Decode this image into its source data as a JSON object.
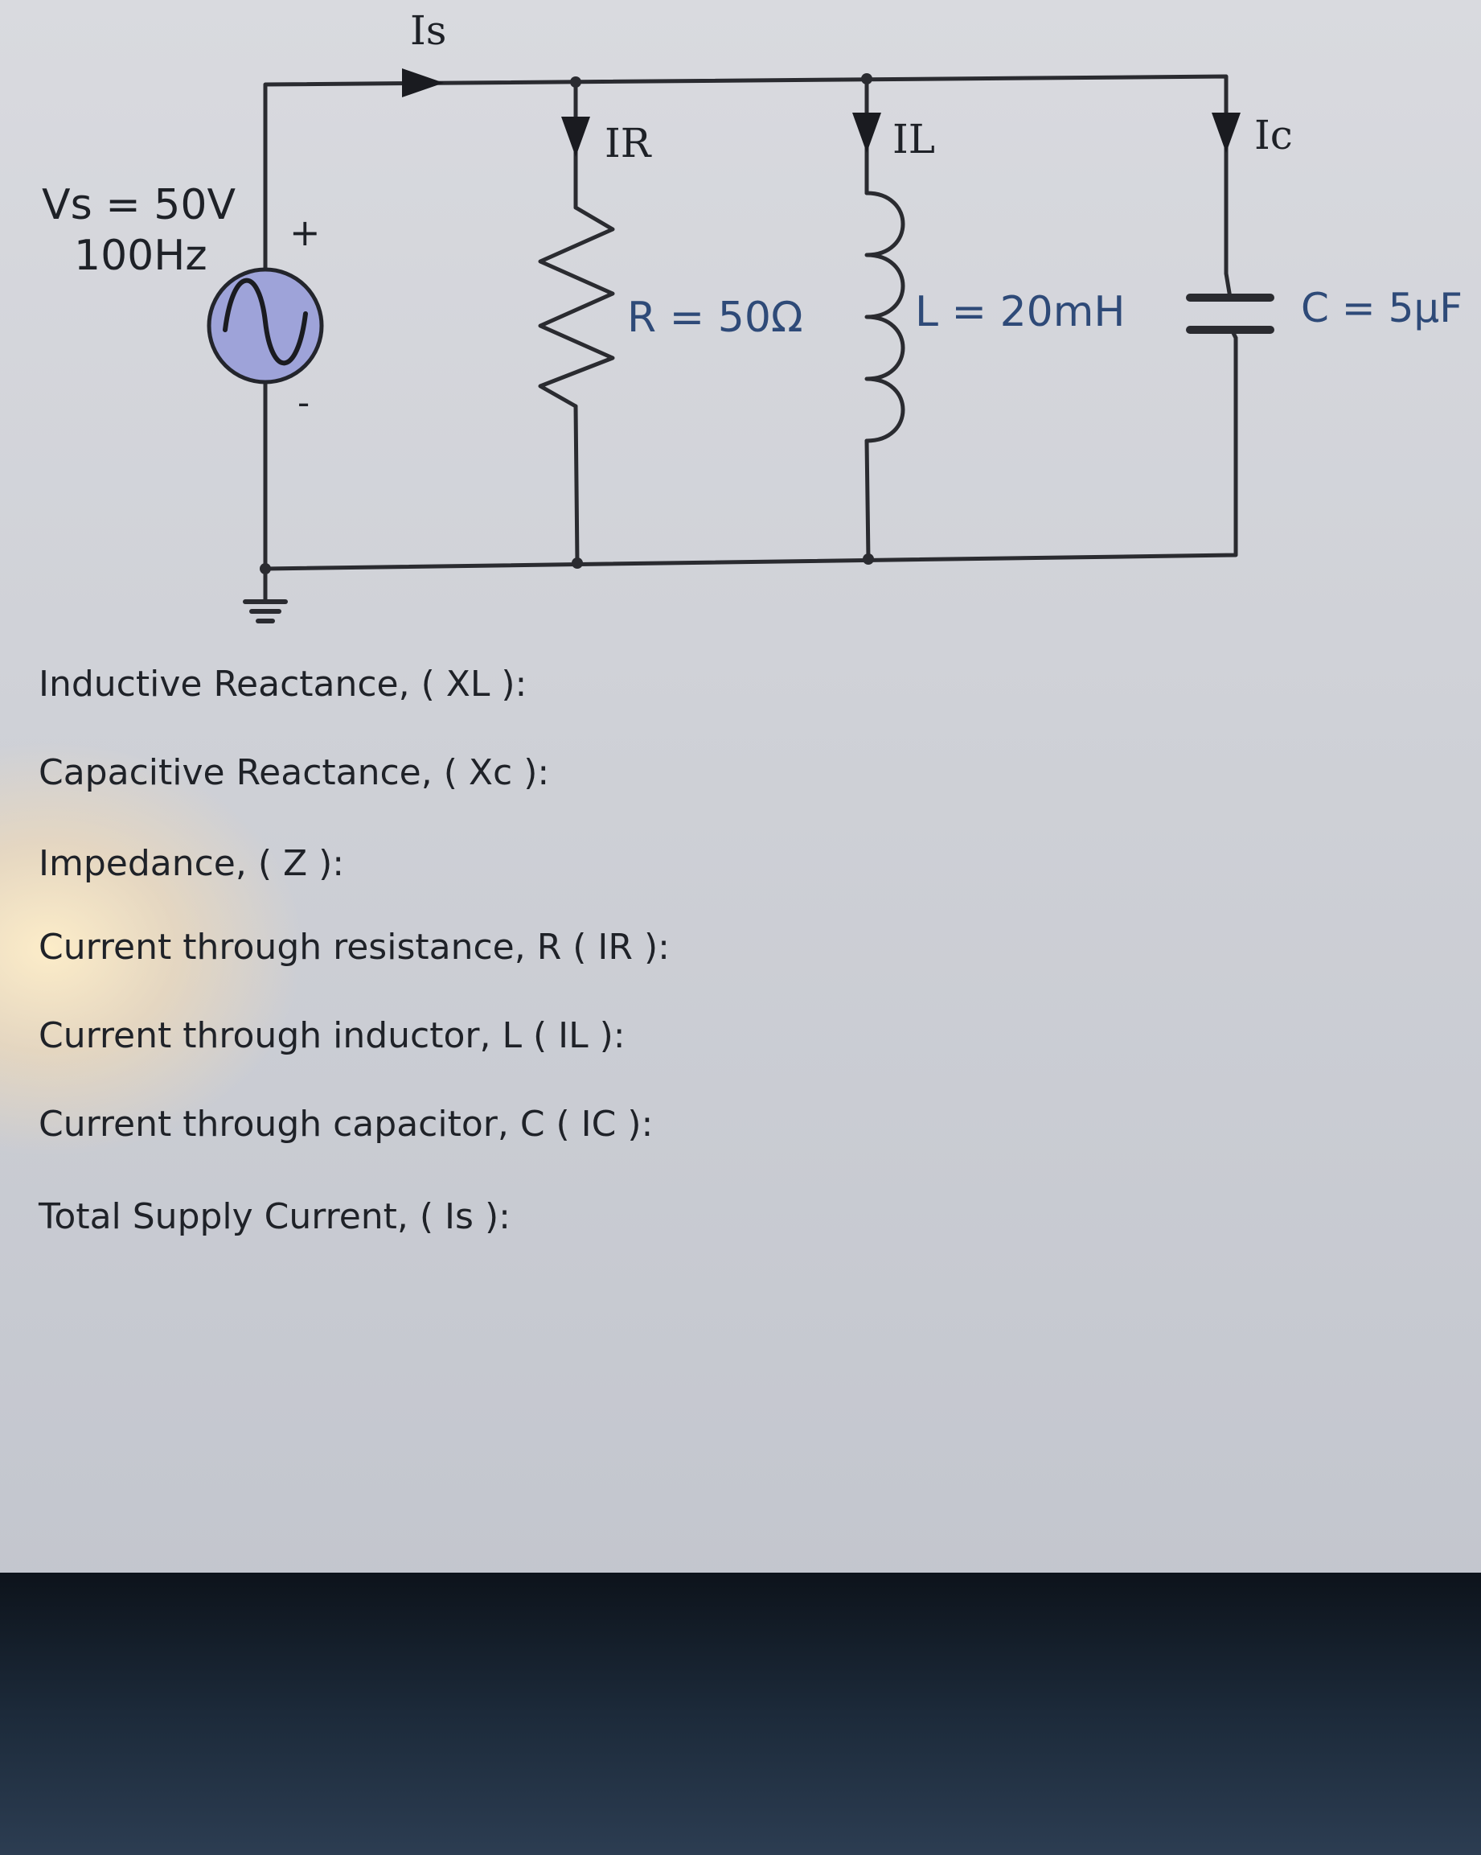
{
  "circuit": {
    "source_label": "Vs = 50V",
    "source_freq": "100Hz",
    "plus_sign": "+",
    "minus_sign": "-",
    "supply_current_label": "Is",
    "resistor_current_label": "IR",
    "inductor_current_label": "IL",
    "capacitor_current_label": "Ic",
    "resistor_value": "R = 50Ω",
    "inductor_value": "L = 20mH",
    "capacitor_value": "C = 5µF"
  },
  "questions": [
    "Inductive Reactance, ( XL ):",
    "Capacitive Reactance, ( Xc ):",
    "Impedance, ( Z ):",
    "Current through resistance, R ( IR ):",
    "Current through inductor, L ( IL ):",
    "Current through capacitor, C ( IC ):",
    "Total Supply Current, ( Is ):"
  ],
  "colors": {
    "wire": "#2a2b30",
    "component_label": "#2e4a78",
    "source_fill": "#9ea3d9"
  }
}
